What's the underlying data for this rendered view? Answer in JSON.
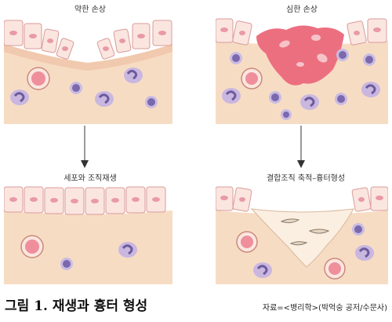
{
  "panels": {
    "mild": {
      "label": "약한 손상"
    },
    "severe": {
      "label": "심한 손상"
    },
    "regeneration": {
      "label": "세포와 조직재생"
    },
    "scar": {
      "label": "결합조직 축적–흉터형성"
    }
  },
  "figure": {
    "number": "그림 1.",
    "title": "재생과 흉터 형성",
    "source": "자료=<병리학>(박억숭 공저/수문사)"
  },
  "colors": {
    "tissue": "#f7dcc4",
    "epithelium": "#fbe6df",
    "nucleus": "#e89aa6",
    "damage": "#ec6f80",
    "scar": "#fbefe2",
    "lymphocyte": "#8a78b8",
    "macrophage": "#b7a4d4"
  }
}
